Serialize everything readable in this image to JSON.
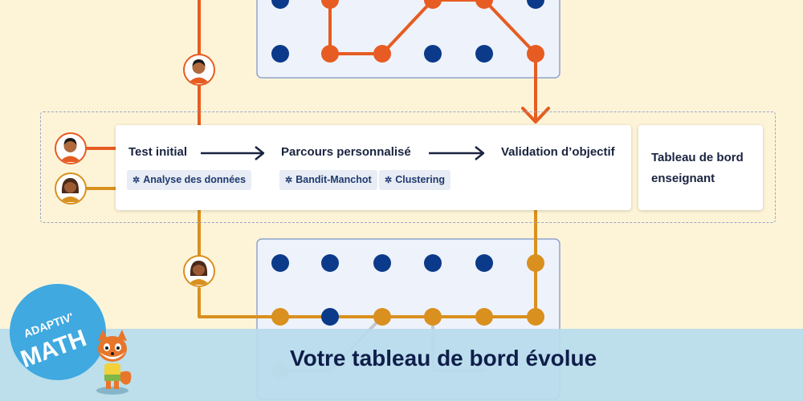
{
  "pipeline": {
    "steps": [
      {
        "label": "Test initial"
      },
      {
        "label": "Parcours personnalisé"
      },
      {
        "label": "Validation d’objectif"
      }
    ],
    "tags": [
      {
        "label": "Analyse des données",
        "icon": "gear-icon"
      },
      {
        "label": "Bandit-Manchot",
        "icon": "gear-icon"
      },
      {
        "label": "Clustering",
        "icon": "gear-icon"
      }
    ]
  },
  "dashboard_card": {
    "title": "Tableau de bord enseignant"
  },
  "banner": {
    "title": "Votre tableau de bord évolue"
  },
  "logo": {
    "line1": "ADAPTIV'",
    "line2": "MATH"
  },
  "colors": {
    "student_red": "#e65c22",
    "student_orange": "#d9901e",
    "node_dark": "#0b3a8a",
    "panel_bg": "#eef2fb",
    "banner_bg": "#b8dcec",
    "background": "#fdf4d8"
  }
}
